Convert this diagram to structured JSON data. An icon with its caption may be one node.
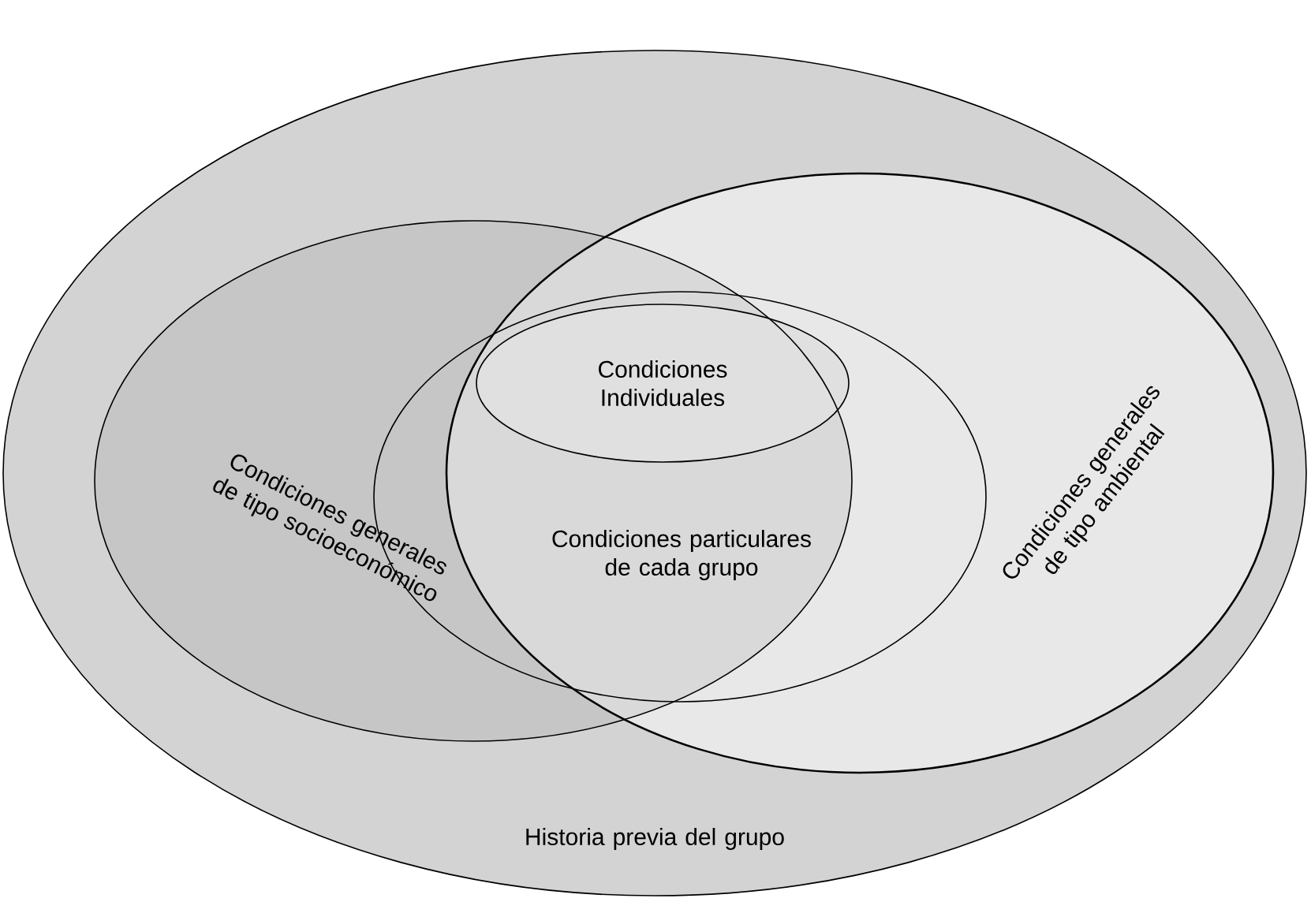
{
  "diagram": {
    "nodes": [
      {
        "text": [
          "Historia previa del grupo"
        ]
      },
      {
        "text": [
          "Condiciones generales de tipo socioeconómico"
        ],
        "in": 0
      },
      {
        "text": [
          "Condiciones generales de tipo ambiental"
        ],
        "in": 0
      },
      {
        "text": [
          "Condiciones particulares de cada grupo"
        ],
        "in": 0
      },
      {
        "text": [
          "Condiciones Individuales"
        ]
      }
    ]
  }
}
